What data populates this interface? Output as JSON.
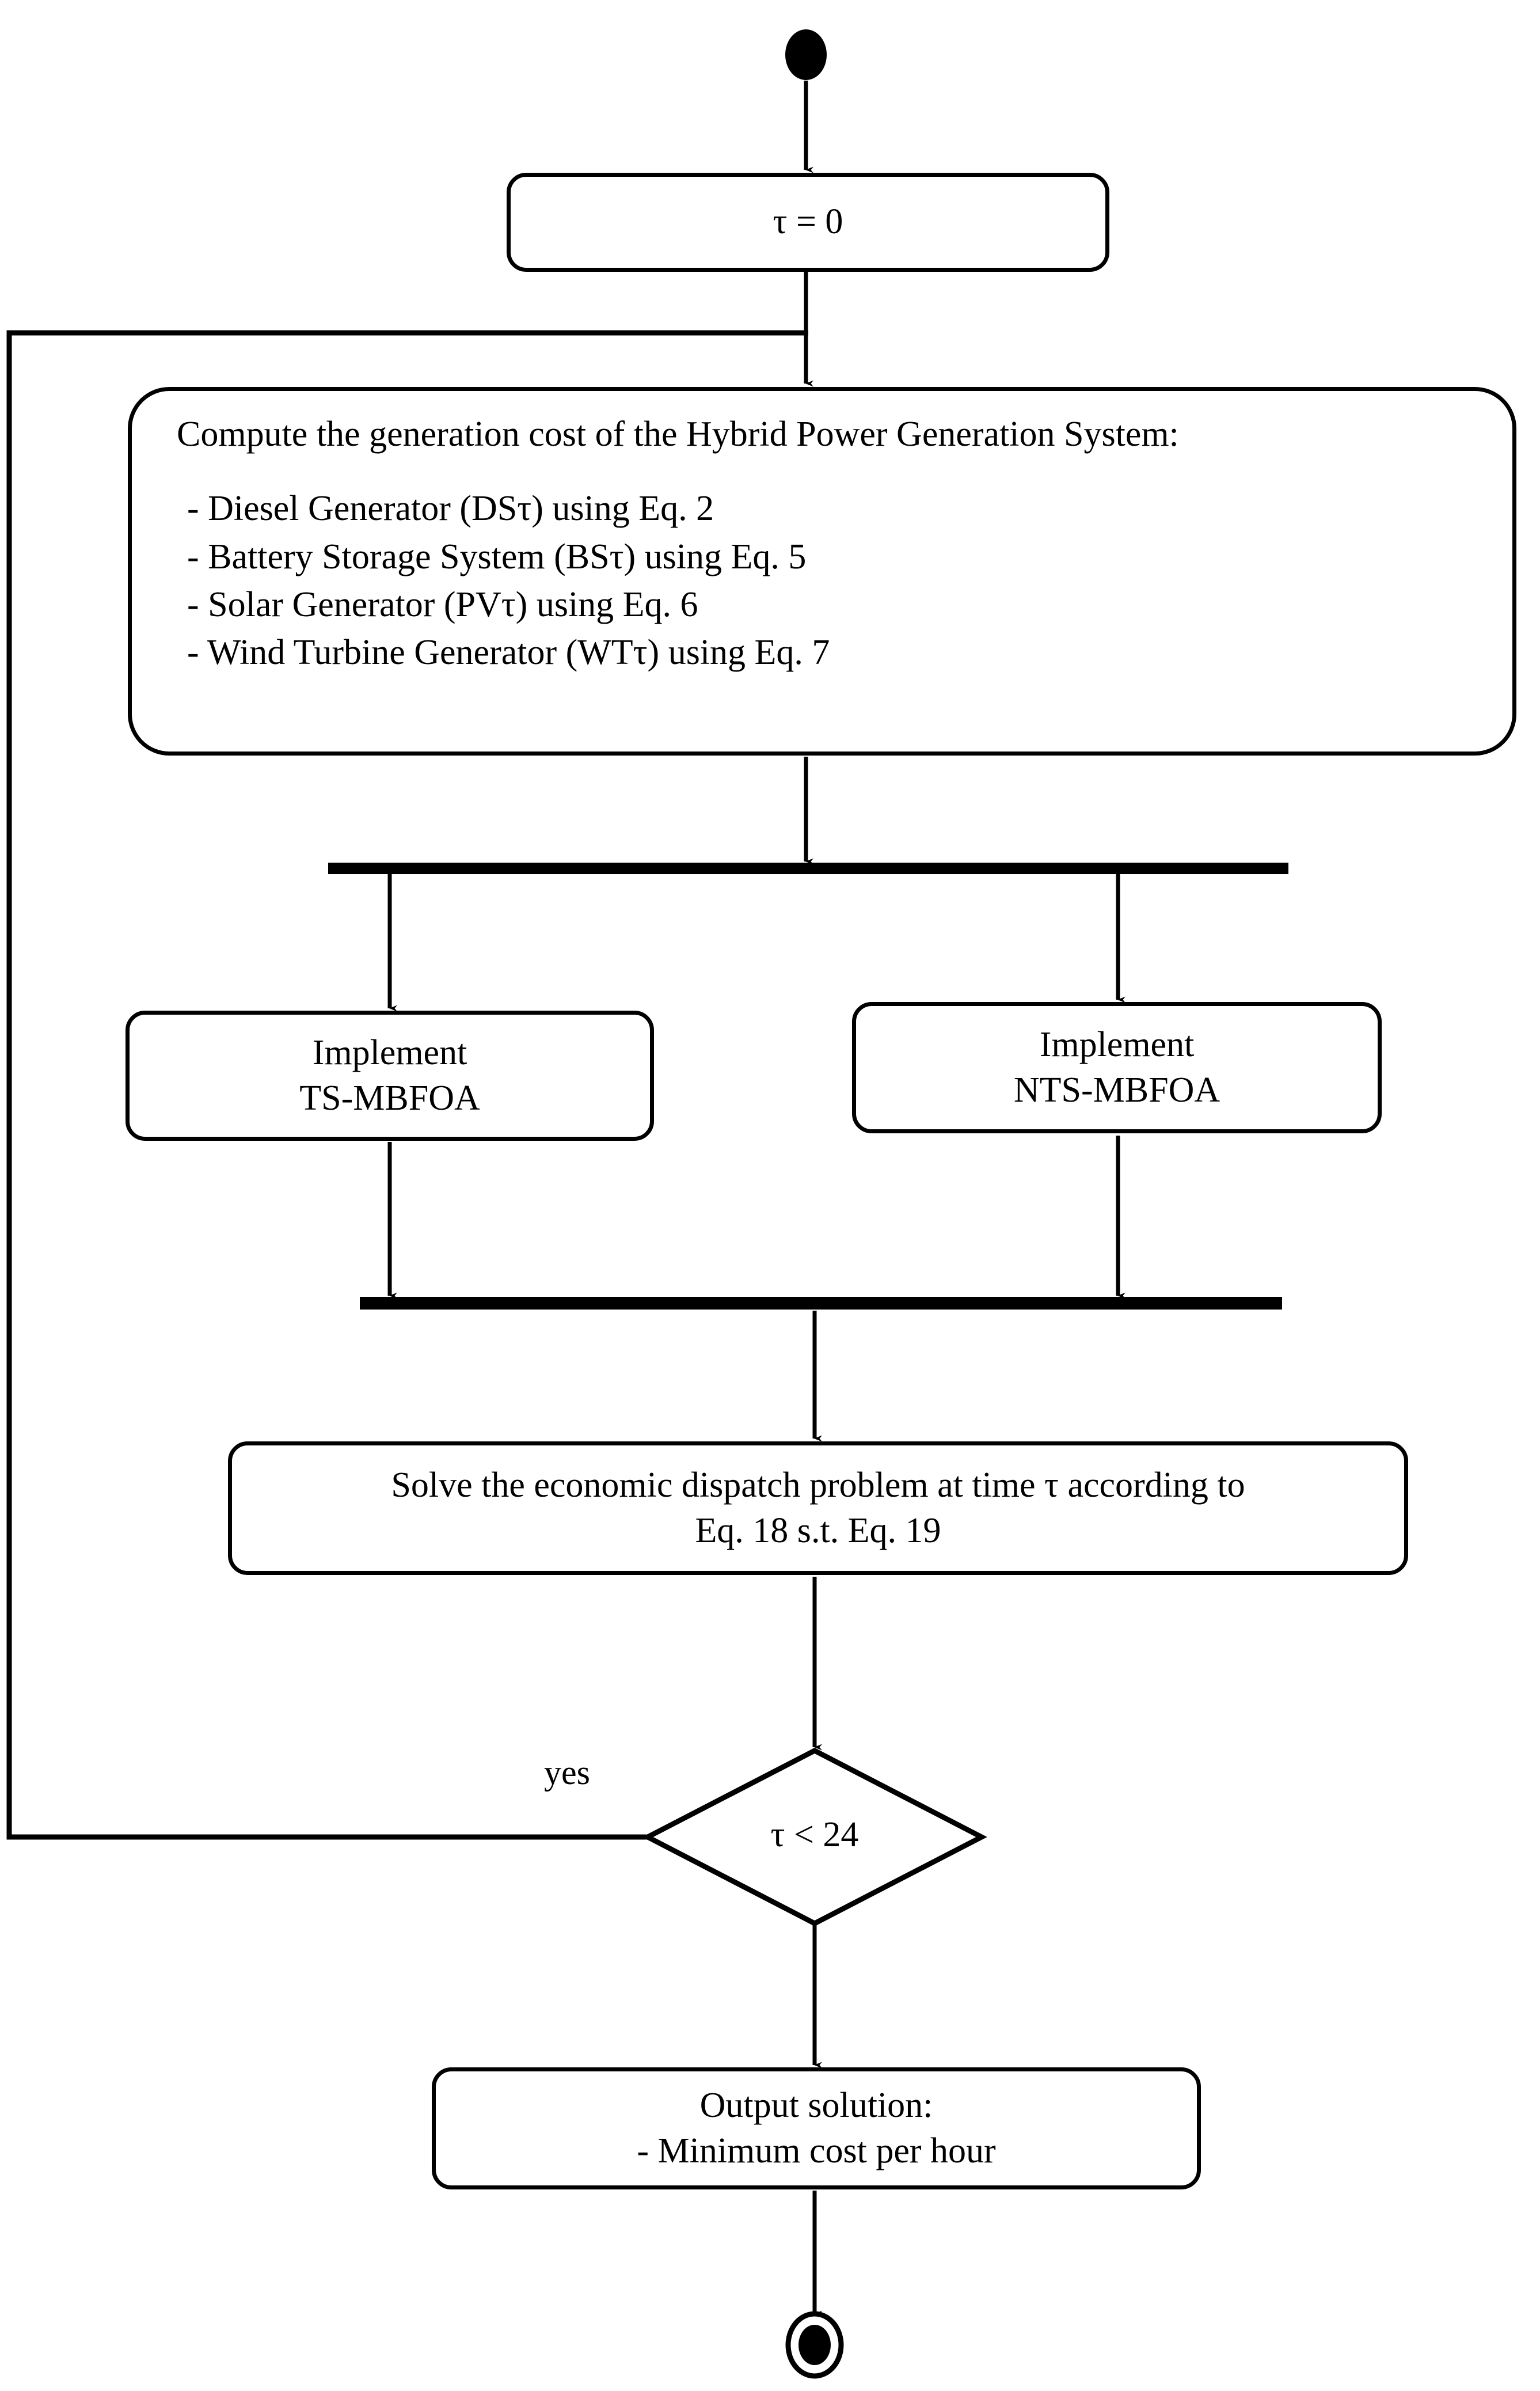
{
  "diagram": {
    "title": "Hybrid Power Generation System economic dispatch activity diagram",
    "type": "uml-activity-flowchart",
    "colors": {
      "stroke": "#000000",
      "fill": "#ffffff",
      "text": "#000000"
    }
  },
  "nodes": {
    "start": {
      "kind": "initial-node",
      "label": ""
    },
    "init": {
      "kind": "action",
      "label": "τ = 0"
    },
    "compute": {
      "kind": "action",
      "heading": "Compute the generation cost of the Hybrid Power Generation System:",
      "bullets": [
        "- Diesel Generator (DSτ) using Eq. 2",
        "- Battery Storage System (BSτ) using Eq. 5",
        "- Solar Generator (PVτ) using Eq. 6",
        "- Wind Turbine Generator (WTτ) using Eq. 7"
      ]
    },
    "fork": {
      "kind": "fork-bar",
      "label": ""
    },
    "branch_left": {
      "kind": "action",
      "line1": "Implement",
      "line2": "TS-MBFOA"
    },
    "branch_right": {
      "kind": "action",
      "line1": "Implement",
      "line2": "NTS-MBFOA"
    },
    "join": {
      "kind": "join-bar",
      "label": ""
    },
    "solve": {
      "kind": "action",
      "line1": "Solve the economic dispatch problem at time τ according to",
      "line2": "Eq. 18 s.t. Eq. 19"
    },
    "decision": {
      "kind": "decision-diamond",
      "condition": "τ < 24"
    },
    "output": {
      "kind": "action",
      "line1": "Output solution:",
      "line2": "- Minimum cost per hour"
    },
    "end": {
      "kind": "final-node",
      "label": ""
    }
  },
  "edges": {
    "yes_label": "yes"
  }
}
